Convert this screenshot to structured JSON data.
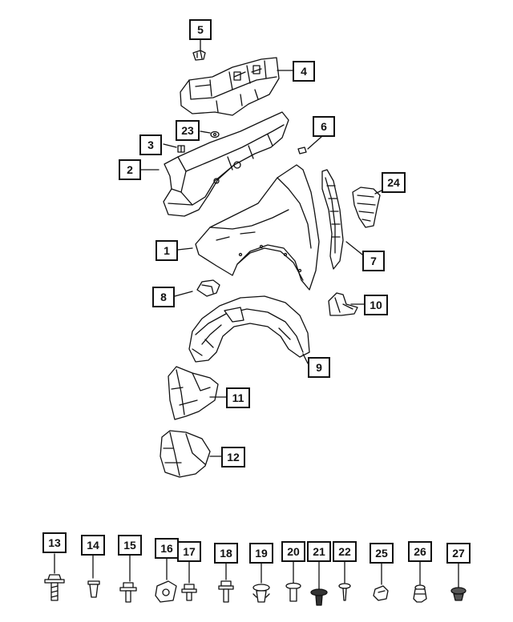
{
  "callouts": {
    "c1": "1",
    "c2": "2",
    "c3": "3",
    "c4": "4",
    "c5": "5",
    "c6": "6",
    "c7": "7",
    "c8": "8",
    "c9": "9",
    "c10": "10",
    "c11": "11",
    "c12": "12",
    "c13": "13",
    "c14": "14",
    "c15": "15",
    "c16": "16",
    "c17": "17",
    "c18": "18",
    "c19": "19",
    "c20": "20",
    "c21": "21",
    "c22": "22",
    "c23": "23",
    "c24": "24",
    "c25": "25",
    "c26": "26",
    "c27": "27"
  },
  "colors": {
    "line": "#111111",
    "part_fill": "#ffffff",
    "hatch": "#333333"
  }
}
